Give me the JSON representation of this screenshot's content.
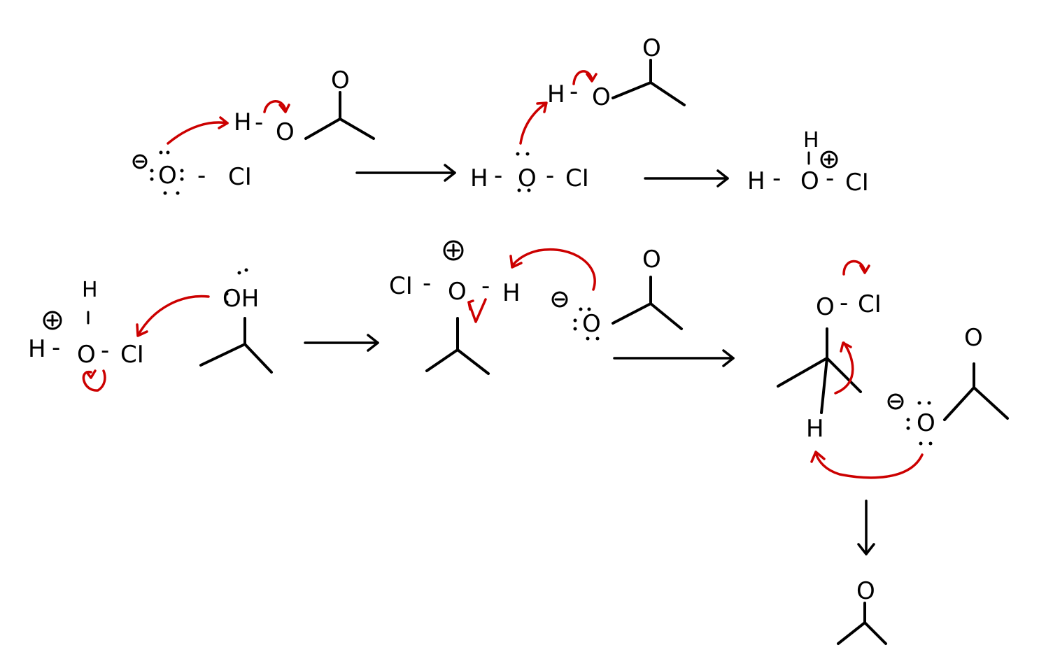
{
  "colors": {
    "ink": "#000000",
    "electron_arrow": "#cc0000",
    "background": "#ffffff"
  },
  "labels": {
    "O": "O",
    "Cl_upper": "Cl",
    "Cl_caps": "CI",
    "H": "H",
    "OH": "OH",
    "bond": "-",
    "plus": "+",
    "minus": "−"
  }
}
